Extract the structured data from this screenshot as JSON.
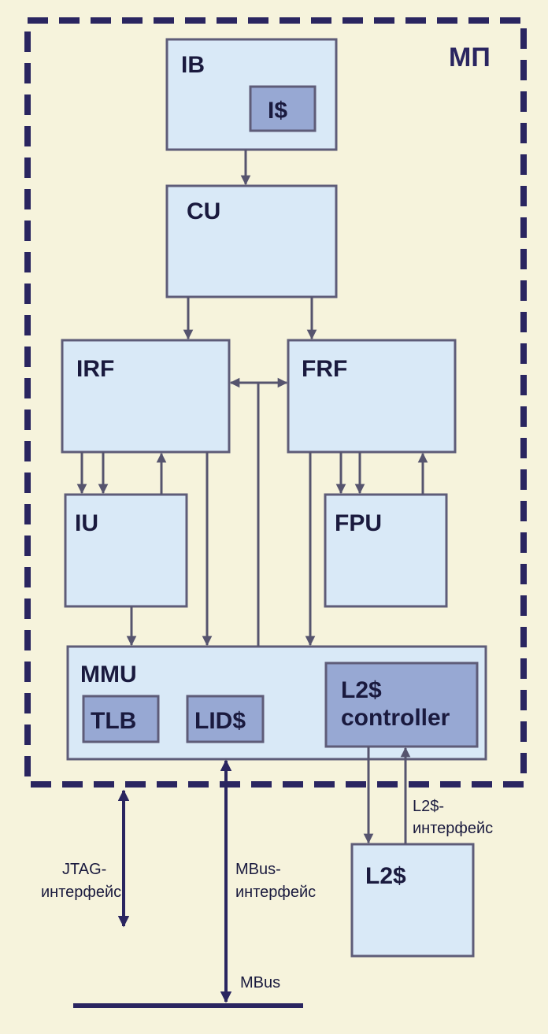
{
  "colors": {
    "background": "#f6f3dc",
    "block_fill": "#d9e9f7",
    "inner_fill": "#97a8d3",
    "border": "#5e5c78",
    "arrow": "#56546e",
    "dashed_border": "#2a2560",
    "bus_arrow": "#2a2560"
  },
  "labels": {
    "mp": "МП",
    "ib": "IB",
    "icache": "I$",
    "cu": "CU",
    "irf": "IRF",
    "frf": "FRF",
    "iu": "IU",
    "fpu": "FPU",
    "mmu": "MMU",
    "tlb": "TLB",
    "lid": "LID$",
    "l2ctrl_line1": "L2$",
    "l2ctrl_line2": "controller",
    "l2": "L2$",
    "l2if_line1": "L2$-",
    "l2if_line2": "интерфейс",
    "jtag_line1": "JTAG-",
    "jtag_line2": "интерфейс",
    "mbusif_line1": "MBus-",
    "mbusif_line2": "интерфейс",
    "mbus": "MBus"
  }
}
